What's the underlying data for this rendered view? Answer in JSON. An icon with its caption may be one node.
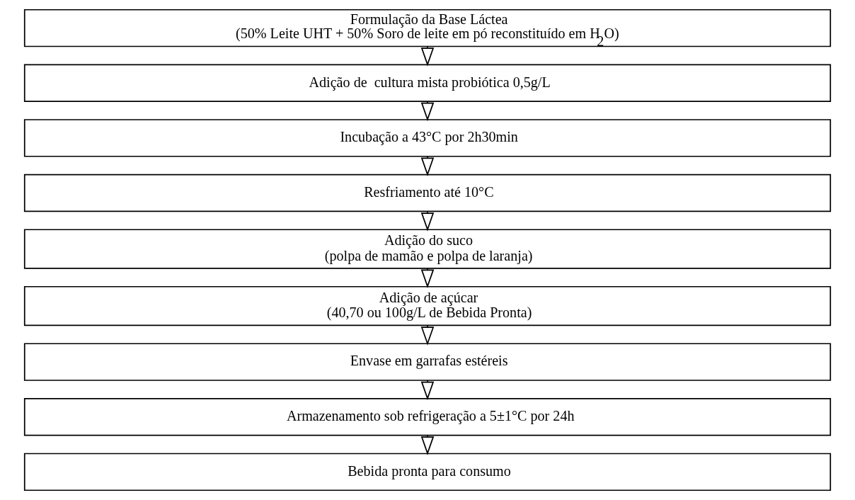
{
  "diagram": {
    "nodes": [
      {
        "text": [
          "Formulação da Base Láctea",
          "(50% Leite UHT + 50% Soro de leite em pó reconstituído em H$_{2}$O)"
        ]
      },
      {
        "text": [
          "Adição de  cultura mista probiótica 0,5g/L"
        ]
      },
      {
        "text": [
          "Incubação a 43°C por 2h30min"
        ]
      },
      {
        "text": [
          "Resfriamento até 10°C"
        ]
      },
      {
        "text": [
          "Adição do suco",
          "(polpa de mamão e polpa de laranja)"
        ]
      },
      {
        "text": [
          "Adição de açúcar",
          "(40,70 ou 100g/L de Bebida Pronta)"
        ]
      },
      {
        "text": [
          "Envase em garrafas estéreis"
        ]
      },
      {
        "text": [
          "Armazenamento sob refrigeração a 5±1°C por 24h"
        ]
      },
      {
        "text": [
          "Bebida pronta para consumo"
        ]
      }
    ],
    "edges": [
      {
        "from": 0,
        "to": 1,
        "arrow": "to"
      },
      {
        "from": 1,
        "to": 2,
        "arrow": "to"
      },
      {
        "from": 2,
        "to": 3,
        "arrow": "to"
      },
      {
        "from": 3,
        "to": 4,
        "arrow": "to"
      },
      {
        "from": 4,
        "to": 5,
        "arrow": "to"
      },
      {
        "from": 5,
        "to": 6,
        "arrow": "to"
      },
      {
        "from": 6,
        "to": 7,
        "arrow": "to"
      },
      {
        "from": 7,
        "to": 8,
        "arrow": "to"
      }
    ]
  }
}
